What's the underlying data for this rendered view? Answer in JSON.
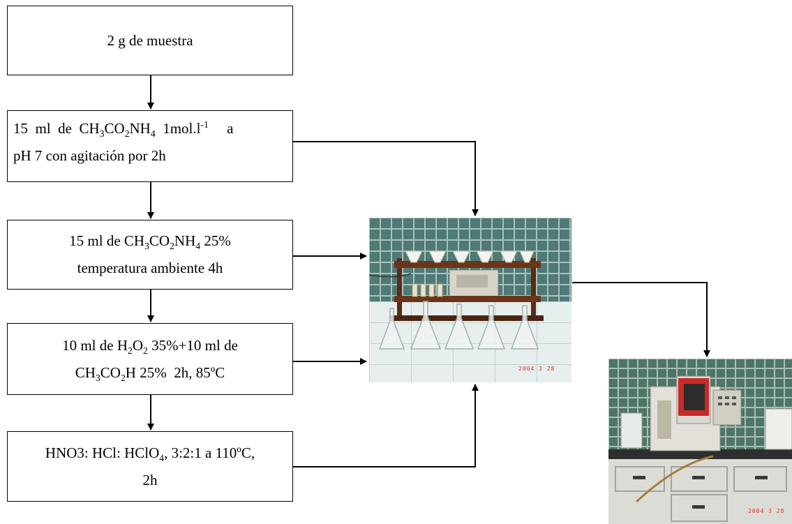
{
  "steps": [
    {
      "lines": [
        "2 g de muestra"
      ]
    },
    {
      "lines": [
        "15  ml  de  CH3CO2NH4  1mol.l-1     a",
        "pH 7 con agitación por 2h"
      ]
    },
    {
      "lines": [
        "15 ml de CH3CO2NH4 25%",
        "temperatura ambiente 4h"
      ]
    },
    {
      "lines": [
        "10 ml de H2O2 35%+10 ml de",
        "CH3CO2H 25%  2h, 85ºC"
      ]
    },
    {
      "lines": [
        "HNO3: HCl: HClO4, 3:2:1 a 110ºC,",
        "2h"
      ]
    }
  ],
  "photos": {
    "extraction": {
      "date_stamp": "2004  3 28"
    },
    "spectrometer": {
      "date_stamp": "2004  3 28"
    }
  },
  "colors": {
    "line": "#000000",
    "tile": "#4f7a76",
    "grout": "#a9c2bd",
    "wood": "#5a2d14",
    "stamp": "#e2291c"
  }
}
